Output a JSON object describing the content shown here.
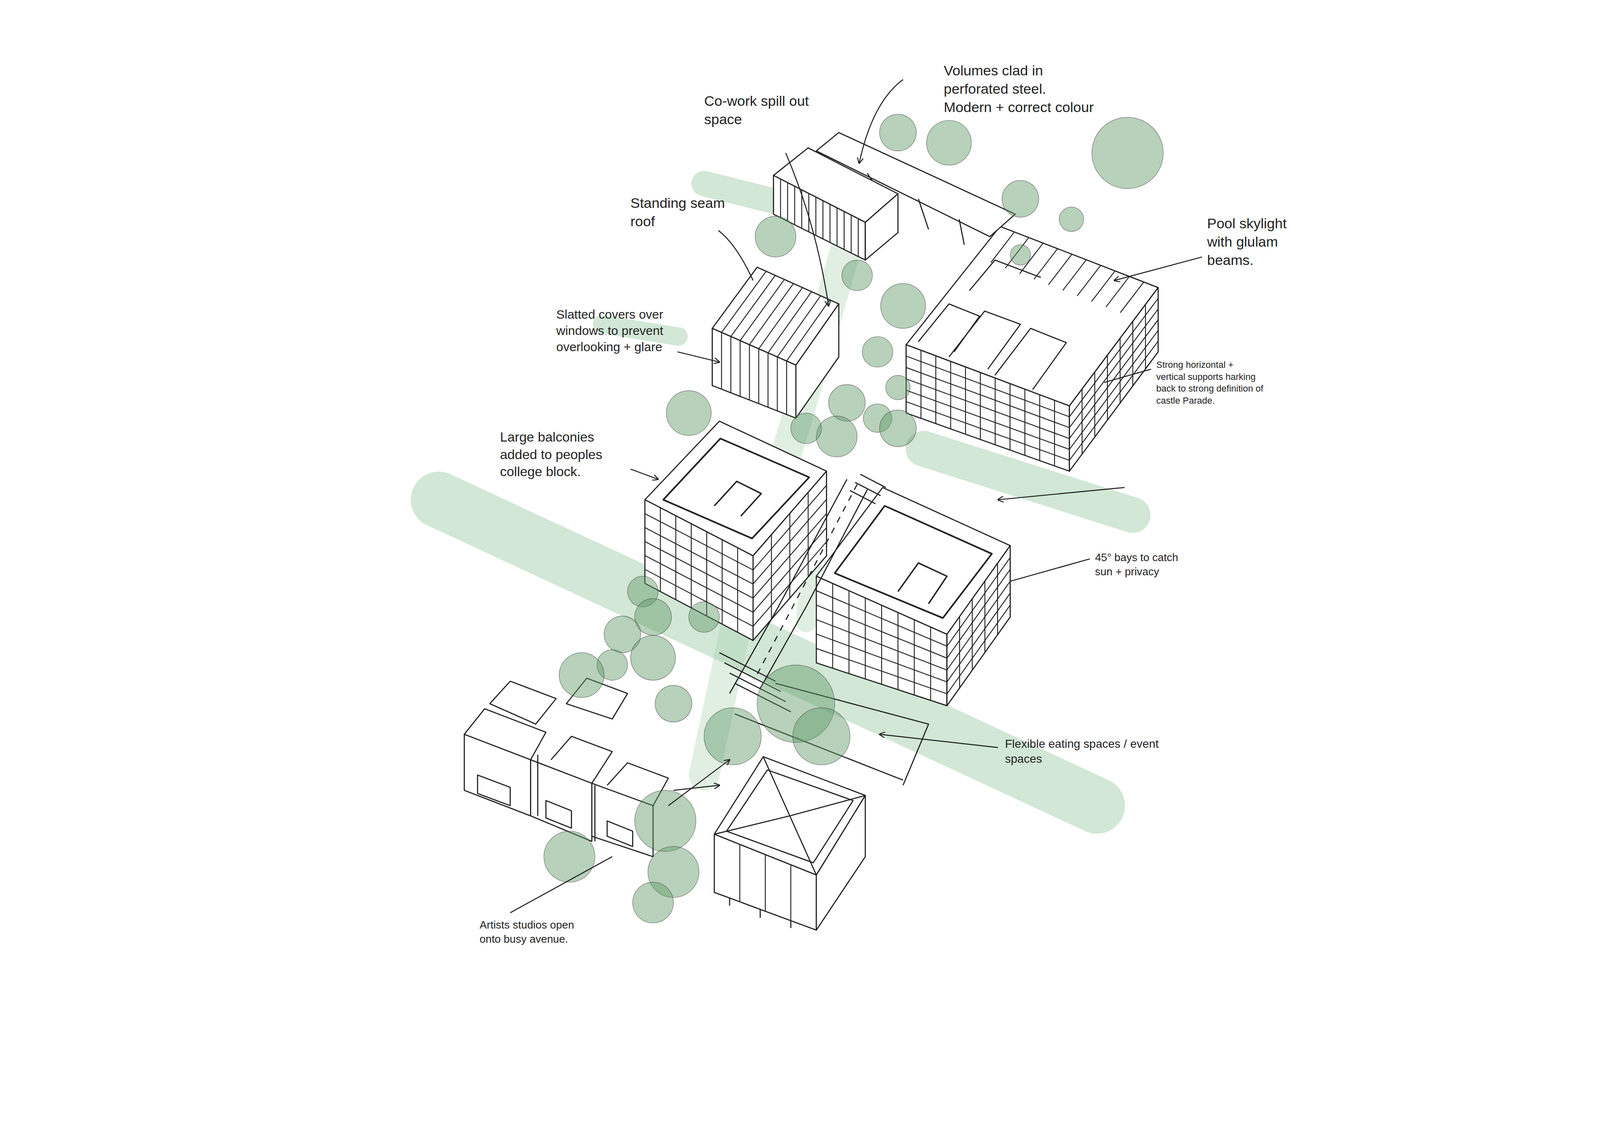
{
  "diagram": {
    "labels": [
      "Co-work spill out space",
      "Volumes clad in perforated steel. Modern + correct colour",
      "Standing seam roof",
      "Pool skylight with glulam beams.",
      "Slatted covers over windows to prevent overlooking + glare",
      "Strong horizontal + vertical supports harking back to strong definition of castle Parade.",
      "Large balconies added to peoples college block.",
      "45° bays to catch sun + privacy",
      "Flexible eating spaces / event spaces",
      "Artists studios open onto busy avenue."
    ]
  }
}
